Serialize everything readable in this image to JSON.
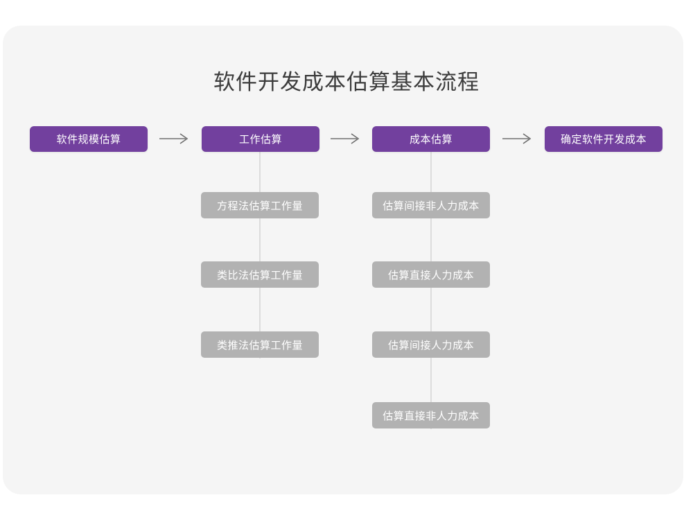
{
  "card": {
    "background_color": "#f5f5f5",
    "page_background_color": "#ffffff"
  },
  "title": "软件开发成本估算基本流程",
  "colors": {
    "stage_box": "#72409e",
    "sub_box": "#b2b2b2",
    "connector_line": "#dcdcdc",
    "arrow": "#6e6e6e",
    "title_text": "#3c3c3c",
    "box_text": "#ffffff"
  },
  "flow": {
    "stages": [
      {
        "label": "软件规模估算",
        "substeps": []
      },
      {
        "label": "工作估算",
        "substeps": [
          "方程法估算工作量",
          "类比法估算工作量",
          "类推法估算工作量"
        ]
      },
      {
        "label": "成本估算",
        "substeps": [
          "估算间接非人力成本",
          "估算直接人力成本",
          "估算间接人力成本",
          "估算直接非人力成本"
        ]
      },
      {
        "label": "确定软件开发成本",
        "substeps": []
      }
    ],
    "arrows": [
      {
        "name": "arrow-stage1-to-stage2",
        "glyph": "→"
      },
      {
        "name": "arrow-stage2-to-stage3",
        "glyph": "→"
      },
      {
        "name": "arrow-stage3-to-stage4",
        "glyph": "→"
      }
    ]
  }
}
